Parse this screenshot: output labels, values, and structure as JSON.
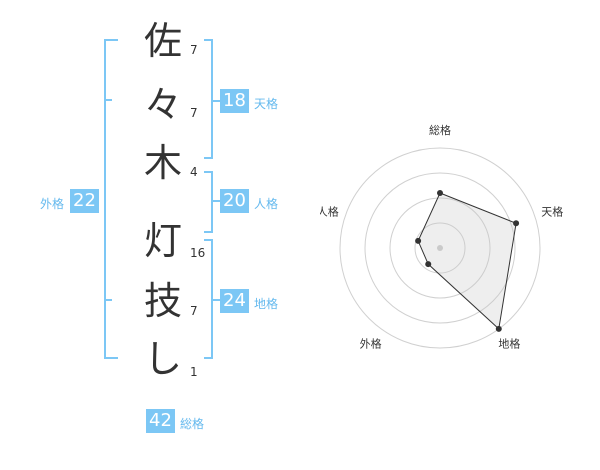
{
  "colors": {
    "bracket": "#7cc7f5",
    "badge": "#7cc7f5",
    "label": "#64b9ee",
    "text": "#333333"
  },
  "name": {
    "chars": [
      {
        "char": "佐",
        "strokes": "7"
      },
      {
        "char": "々",
        "strokes": "7"
      },
      {
        "char": "木",
        "strokes": "4"
      },
      {
        "char": "灯",
        "strokes": "16"
      },
      {
        "char": "技",
        "strokes": "7"
      },
      {
        "char": "し",
        "strokes": "1"
      }
    ]
  },
  "grids": {
    "tenkaku": {
      "value": "18",
      "label": "天格"
    },
    "jinkaku": {
      "value": "20",
      "label": "人格"
    },
    "chikaku": {
      "value": "24",
      "label": "地格"
    },
    "gaikaku": {
      "value": "22",
      "label": "外格"
    },
    "soukaku": {
      "value": "42",
      "label": "総格"
    }
  },
  "chart_data": {
    "type": "radar",
    "axes": [
      "総格",
      "天格",
      "地格",
      "外格",
      "人格"
    ],
    "values": [
      0.55,
      0.8,
      1.0,
      0.2,
      0.23
    ],
    "rings": 4
  }
}
